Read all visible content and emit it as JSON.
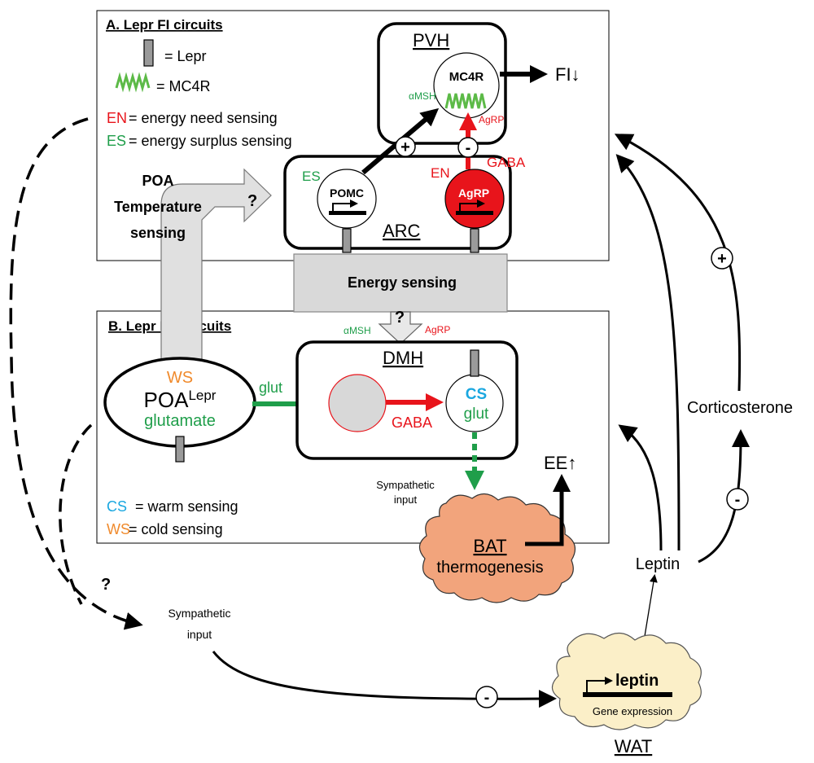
{
  "panel_a": {
    "title": "A. Lepr FI circuits",
    "legend_lepr": "= Lepr",
    "legend_mc4r": "= MC4R",
    "en_abbr": "EN",
    "en_text": "= energy need sensing",
    "es_abbr": "ES",
    "es_text": "= energy surplus sensing",
    "poa_temp": [
      "POA",
      "Temperature",
      "sensing"
    ],
    "question": "?"
  },
  "pvh": {
    "title": "PVH",
    "mc4r": "MC4R",
    "amsh": "αMSH",
    "agrp": "AgRP",
    "fi_output": "FI↓"
  },
  "arc": {
    "title": "ARC",
    "es": "ES",
    "en": "EN",
    "pomc": "POMC",
    "agrp": "AgRP",
    "gaba": "GABA",
    "plus": "+",
    "minus": "-"
  },
  "energy_sensing": {
    "label": "Energy sensing",
    "question": "?",
    "amsh": "αMSH",
    "agrp": "AgRP"
  },
  "panel_b": {
    "title": "B. Lepr EE circuits",
    "poa_ws": "WS",
    "poa_main": "POA",
    "poa_sup": "Lepr",
    "poa_glut": "glutamate",
    "glut_label": "glut",
    "cs_abbr": "CS",
    "cs_text": "= warm sensing",
    "ws_abbr": "WS",
    "ws_text": "= cold sensing"
  },
  "dmh": {
    "title": "DMH",
    "gaba": "GABA",
    "cs": "CS",
    "glut": "glut"
  },
  "bat": {
    "symp_input": [
      "Sympathetic",
      "input"
    ],
    "title": "BAT",
    "sub": "thermogenesis",
    "ee_output": "EE↑"
  },
  "right_side": {
    "corticosterone": "Corticosterone",
    "leptin": "Leptin",
    "plus": "+",
    "minus": "-"
  },
  "wat": {
    "symp_input": [
      "Sympathetic",
      "input"
    ],
    "question": "?",
    "minus": "-",
    "leptin_gene": "leptin",
    "gene_expression": "Gene expression",
    "title": "WAT"
  },
  "colors": {
    "red": "#e8141b",
    "green": "#1f9e4a",
    "blue": "#1aa7e0",
    "orange": "#f08a2c",
    "bat_fill": "#f2a47c",
    "wat_fill": "#fbefc8"
  }
}
